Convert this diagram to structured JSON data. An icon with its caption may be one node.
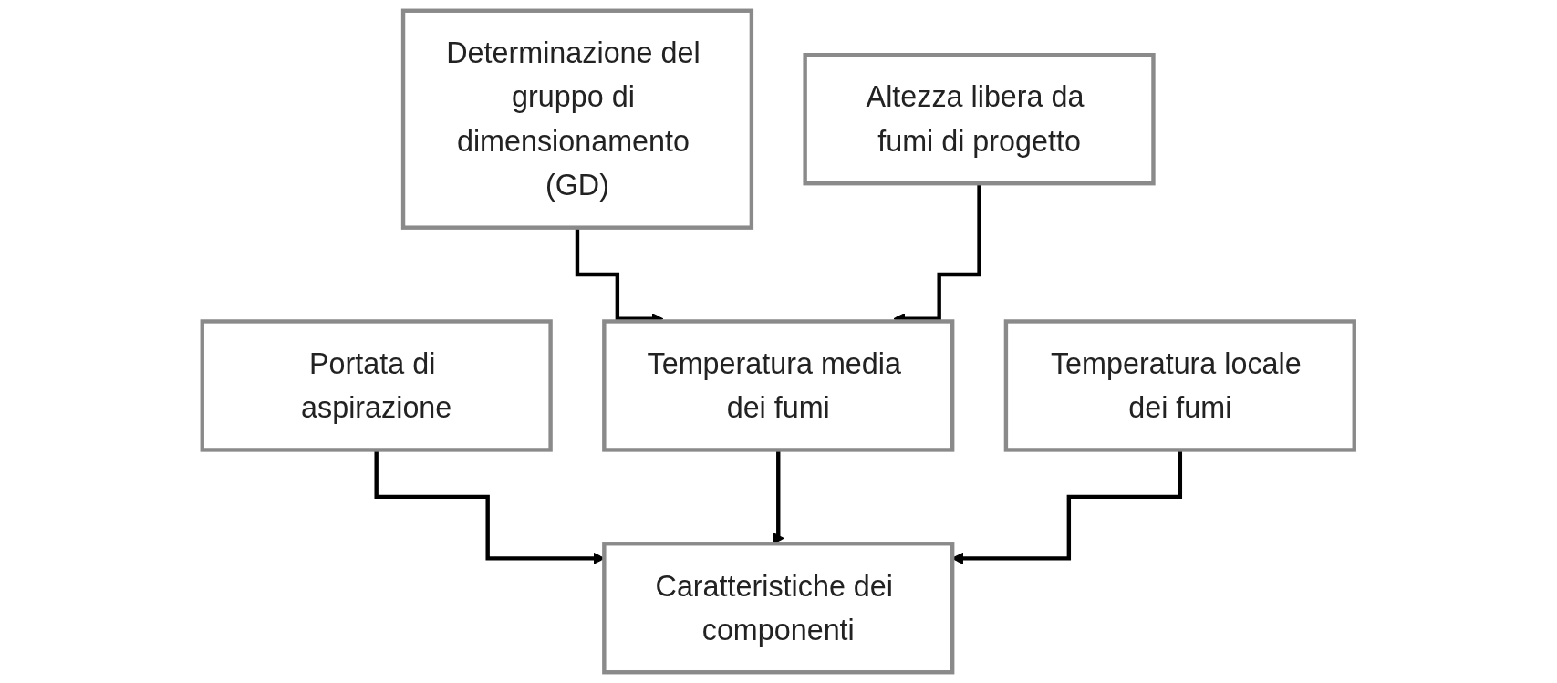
{
  "diagram": {
    "nodes": [
      {
        "text": [
          "Determinazione del gruppo di dimensionamento (GD)"
        ]
      },
      {
        "text": [
          "Altezza libera da fumi di progetto"
        ]
      },
      {
        "text": [
          "Portata di aspirazione"
        ]
      },
      {
        "text": [
          "Temperatura media dei fumi"
        ]
      },
      {
        "text": [
          "Temperatura locale dei fumi"
        ]
      },
      {
        "text": [
          "Caratteristiche dei componenti"
        ]
      }
    ],
    "edges": [
      {
        "from": 0,
        "to": 3,
        "arrow": "to"
      },
      {
        "from": 1,
        "to": 3,
        "arrow": "to"
      },
      {
        "from": 2,
        "to": 5,
        "arrow": "to"
      },
      {
        "from": 3,
        "to": 5,
        "arrow": "to"
      },
      {
        "from": 4,
        "to": 5,
        "arrow": "to"
      }
    ]
  }
}
